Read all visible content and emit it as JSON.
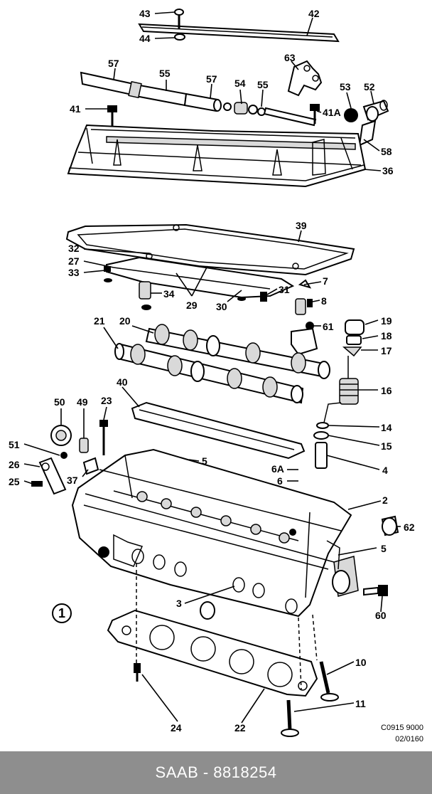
{
  "labels": {
    "l43": "43",
    "l42": "42",
    "l44": "44",
    "l63": "63",
    "l57a": "57",
    "l55a": "55",
    "l57b": "57",
    "l54": "54",
    "l55b": "55",
    "l53": "53",
    "l52": "52",
    "l41": "41",
    "l41a": "41A",
    "l58": "58",
    "l36": "36",
    "l39": "39",
    "l32": "32",
    "l27": "27",
    "l33": "33",
    "l7": "7",
    "l34": "34",
    "l31": "31",
    "l8": "8",
    "l29": "29",
    "l30": "30",
    "l61": "61",
    "l21": "21",
    "l20": "20",
    "l19": "19",
    "l18": "18",
    "l17": "17",
    "l16": "16",
    "l40": "40",
    "l50": "50",
    "l49": "49",
    "l23": "23",
    "l14": "14",
    "l51": "51",
    "l15": "15",
    "l5a": "5",
    "l26": "26",
    "l6a": "6A",
    "l4": "4",
    "l6": "6",
    "l37": "37",
    "l25": "25",
    "l2": "2",
    "l62": "62",
    "l5b": "5",
    "l3": "3",
    "l60": "60",
    "l10": "10",
    "l11": "11",
    "l24": "24",
    "l22": "22"
  },
  "figure_number": "1",
  "ref_code_line1": "C0915 9000",
  "ref_code_line2": "02/0160",
  "footer_text": "SAAB - 8818254"
}
